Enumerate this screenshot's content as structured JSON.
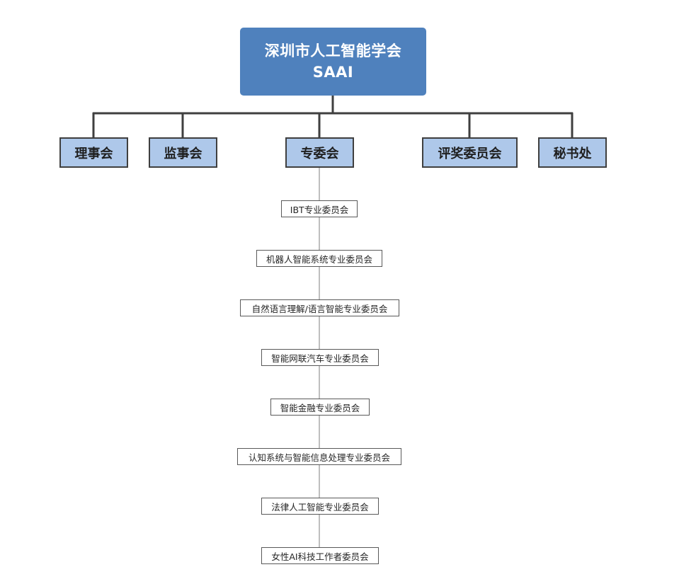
{
  "root": {
    "title": "深圳市人工智能学会",
    "subtitle": "SAAI"
  },
  "branches": [
    {
      "label": "理事会"
    },
    {
      "label": "监事会"
    },
    {
      "label": "专委会"
    },
    {
      "label": "评奖委员会"
    },
    {
      "label": "秘书处"
    }
  ],
  "committees": [
    {
      "label": "IBT专业委员会"
    },
    {
      "label": "机器人智能系统专业委员会"
    },
    {
      "label": "自然语言理解/语言智能专业委员会"
    },
    {
      "label": "智能网联汽车专业委员会"
    },
    {
      "label": "智能金融专业委员会"
    },
    {
      "label": "认知系统与智能信息处理专业委员会"
    },
    {
      "label": "法律人工智能专业委员会"
    },
    {
      "label": "女性AI科技工作者委员会"
    }
  ],
  "colors": {
    "root_fill": "#4f81bd",
    "branch_fill": "#aec8ea",
    "connector": "#3f3f3f",
    "committee_border": "#595959"
  }
}
